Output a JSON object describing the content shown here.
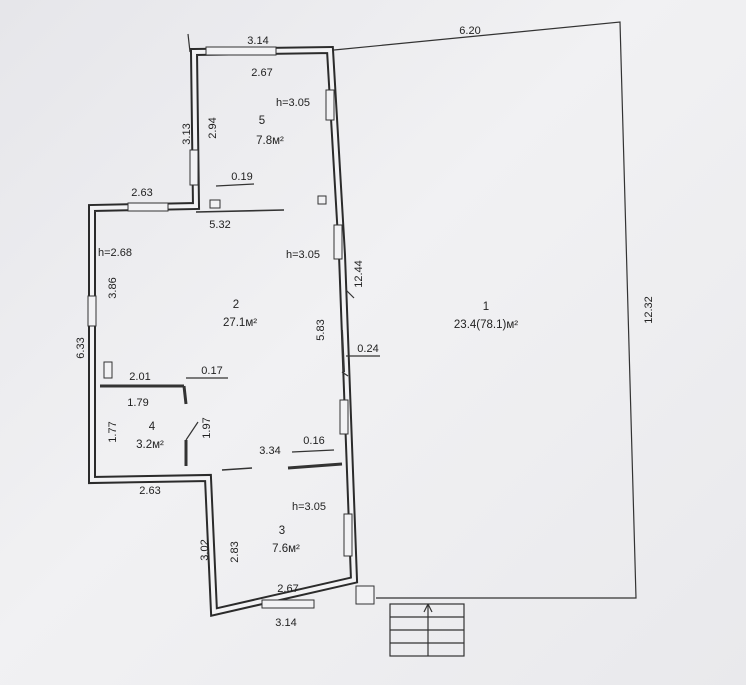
{
  "rooms": [
    {
      "id": "r1",
      "number": "1",
      "area": "23.4(78.1)м²"
    },
    {
      "id": "r2",
      "number": "2",
      "area": "27.1м²"
    },
    {
      "id": "r3",
      "number": "3",
      "area": "7.6м²"
    },
    {
      "id": "r4",
      "number": "4",
      "area": "3.2м²"
    },
    {
      "id": "r5",
      "number": "5",
      "area": "7.8м²"
    }
  ],
  "heights": {
    "r5": "h=3.05",
    "r2_left": "h=2.68",
    "r2_right": "h=3.05",
    "r3": "h=3.05"
  },
  "dimensions": {
    "top_outer": "6.20",
    "right_outer": "12.32",
    "r5_top_outer": "3.14",
    "r5_top_inner": "2.67",
    "r5_left_outer": "3.13",
    "r5_left_inner": "2.94",
    "r5_wall": "0.19",
    "r2_top_left": "2.63",
    "r2_width": "5.32",
    "r2_left": "3.86",
    "left_outer": "6.33",
    "r2_right_height": "12.44",
    "r2_right_inner": "5.83",
    "wall_024": "0.24",
    "r4_top": "2.01",
    "r4_wall": "0.17",
    "r4_inner": "1.79",
    "r4_left": "1.77",
    "r4_right": "1.97",
    "r3_top": "3.34",
    "r3_wall": "0.16",
    "bottom_left": "2.63",
    "r3_left_outer": "3.02",
    "r3_left_inner": "2.83",
    "r3_bottom_inner": "2.67",
    "r3_bottom_outer": "3.14"
  }
}
